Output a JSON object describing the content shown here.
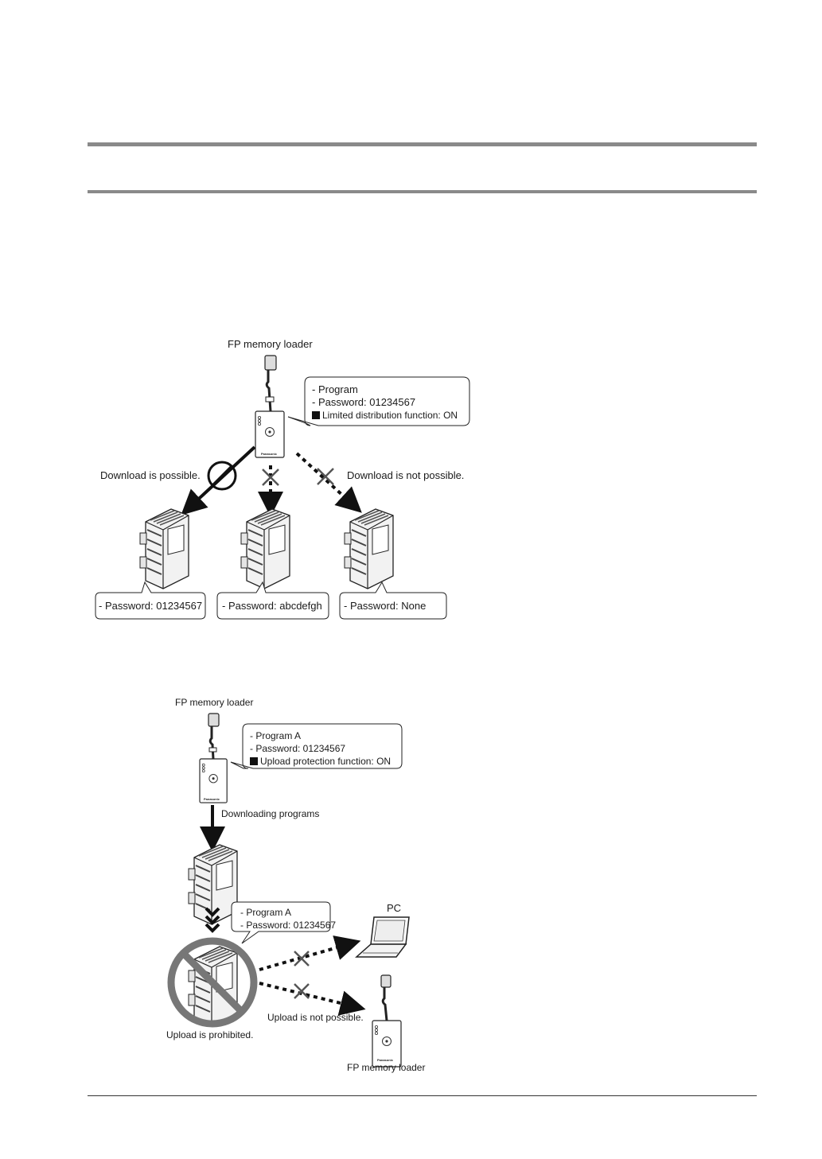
{
  "fig1": {
    "loader_title": "FP memory loader",
    "callout": [
      "- Program",
      "- Password: 01234567",
      "Limited distribution function: ON"
    ],
    "brand": "Panasonic",
    "download_possible": "Download is possible.",
    "download_not_possible": "Download is not possible.",
    "passwords": [
      "- Password: 01234567",
      "- Password: abcdefgh",
      "- Password: None"
    ]
  },
  "fig2": {
    "loader_title": "FP memory loader",
    "callout": [
      "- Program A",
      "- Password: 01234567",
      "Upload protection function: ON"
    ],
    "brand": "Panasonic",
    "downloading": "Downloading programs",
    "plc_callout": [
      "- Program A",
      "- Password: 01234567"
    ],
    "pc": "PC",
    "upload_not_possible": "Upload is not possible.",
    "upload_prohibited": "Upload is prohibited.",
    "bottom_loader_title": "FP memory loader"
  }
}
